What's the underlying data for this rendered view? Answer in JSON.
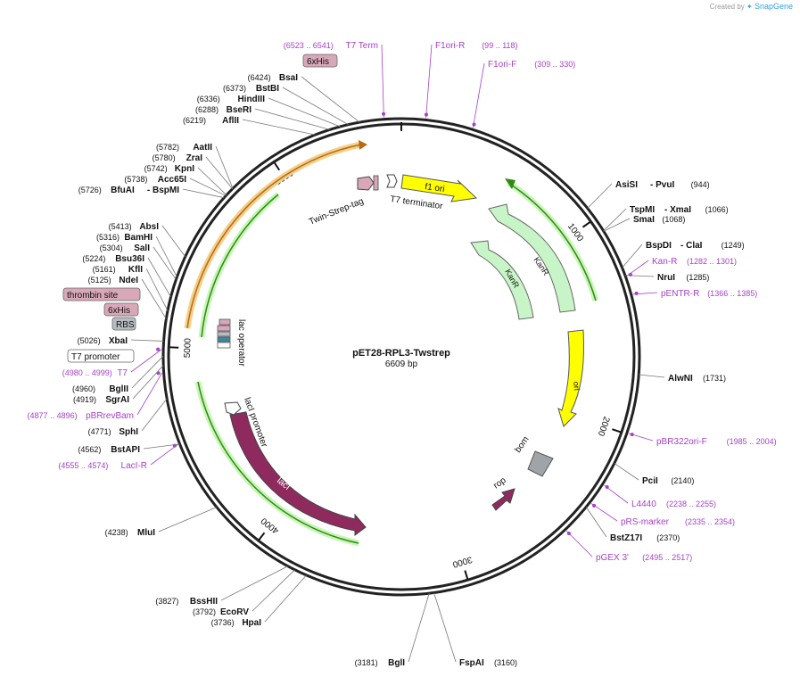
{
  "credit": {
    "prefix": "Created by",
    "brand": "SnapGene",
    "logo_icon": "snapgene-logo-icon"
  },
  "plasmid": {
    "name": "pET28-RPL3-Twstrep",
    "length_label": "6609 bp",
    "length": 6609
  },
  "colors": {
    "backbone": "#222222",
    "enzyme_text": "#111111",
    "primer": "#a640c8",
    "green_arrow": "#b9eeaa",
    "green_track": "#3a9a1a",
    "orange_track": "#e39a3a",
    "yellow": "#ffff00",
    "purple": "#8e2a5e",
    "grey_box": "#a0a4a8",
    "light_green": "#c8f5c8",
    "feature_pink": "#d8a8b8",
    "feature_grey": "#b8bcc0"
  },
  "ticks": [
    {
      "bp": 1000,
      "label": "1000"
    },
    {
      "bp": 2000,
      "label": "2000"
    },
    {
      "bp": 3000,
      "label": "3000"
    },
    {
      "bp": 4000,
      "label": "4000"
    },
    {
      "bp": 5000,
      "label": "5000"
    },
    {
      "bp": 6000,
      "label": "6000"
    }
  ],
  "right_labels": [
    {
      "name": "AsiSI",
      "name2": "PvuI",
      "pos": "(944)",
      "kind": "enzyme"
    },
    {
      "name": "TspMI",
      "name2": "XmaI",
      "pos": "(1066)",
      "kind": "enzyme"
    },
    {
      "name": "SmaI",
      "pos": "(1068)",
      "kind": "enzyme"
    },
    {
      "name": "BspDI",
      "name2": "ClaI",
      "pos": "(1249)",
      "kind": "enzyme"
    },
    {
      "name": "Kan-R",
      "pos": "(1282 .. 1301)",
      "kind": "primer"
    },
    {
      "name": "NruI",
      "pos": "(1285)",
      "kind": "enzyme"
    },
    {
      "name": "pENTR-R",
      "pos": "(1366 .. 1385)",
      "kind": "primer"
    },
    {
      "name": "AlwNI",
      "pos": "(1731)",
      "kind": "enzyme"
    },
    {
      "name": "pBR322ori-F",
      "pos": "(1985 .. 2004)",
      "kind": "primer"
    },
    {
      "name": "PciI",
      "pos": "(2140)",
      "kind": "enzyme"
    },
    {
      "name": "L4440",
      "pos": "(2238 .. 2255)",
      "kind": "primer"
    },
    {
      "name": "pRS-marker",
      "pos": "(2335 .. 2354)",
      "kind": "primer"
    },
    {
      "name": "BstZ17I",
      "pos": "(2370)",
      "kind": "enzyme"
    },
    {
      "name": "pGEX 3'",
      "pos": "(2495 .. 2517)",
      "kind": "primer"
    }
  ],
  "bottom_labels": [
    {
      "name": "FspAI",
      "pos": "(3160)",
      "kind": "enzyme"
    },
    {
      "name": "BglI",
      "pos": "(3181)",
      "kind": "enzyme"
    },
    {
      "name": "HpaI",
      "pos": "(3736)",
      "kind": "enzyme"
    },
    {
      "name": "EcoRV",
      "pos": "(3792)",
      "kind": "enzyme"
    },
    {
      "name": "BssHII",
      "pos": "(3827)",
      "kind": "enzyme"
    },
    {
      "name": "MluI",
      "pos": "(4238)",
      "kind": "enzyme"
    }
  ],
  "left_labels": [
    {
      "name": "LacI-R",
      "pos": "(4555 .. 4574)",
      "kind": "primer"
    },
    {
      "name": "BstAPI",
      "pos": "(4562)",
      "kind": "enzyme"
    },
    {
      "name": "SphI",
      "pos": "(4771)",
      "kind": "enzyme"
    },
    {
      "name": "pBRrevBam",
      "pos": "(4877 .. 4896)",
      "kind": "primer"
    },
    {
      "name": "SgrAI",
      "pos": "(4919)",
      "kind": "enzyme"
    },
    {
      "name": "BglII",
      "pos": "(4960)",
      "kind": "enzyme"
    },
    {
      "name": "T7",
      "pos": "(4980 .. 4999)",
      "kind": "primer"
    },
    {
      "name": "T7 promoter",
      "kind": "feature-white"
    },
    {
      "name": "XbaI",
      "pos": "(5026)",
      "kind": "enzyme"
    },
    {
      "name": "RBS",
      "kind": "feature-grey"
    },
    {
      "name": "6xHis",
      "kind": "feature-pink"
    },
    {
      "name": "thrombin site",
      "kind": "feature-pink"
    },
    {
      "name": "NdeI",
      "pos": "(5125)",
      "kind": "enzyme"
    },
    {
      "name": "KflI",
      "pos": "(5161)",
      "kind": "enzyme"
    },
    {
      "name": "Bsu36I",
      "pos": "(5224)",
      "kind": "enzyme"
    },
    {
      "name": "SalI",
      "pos": "(5304)",
      "kind": "enzyme"
    },
    {
      "name": "BamHI",
      "pos": "(5316)",
      "kind": "enzyme"
    },
    {
      "name": "AbsI",
      "pos": "(5413)",
      "kind": "enzyme"
    },
    {
      "name": "BfuAI",
      "name2": "BspMI",
      "pos": "(5726)",
      "kind": "enzyme"
    },
    {
      "name": "Acc65I",
      "pos": "(5738)",
      "kind": "enzyme"
    },
    {
      "name": "KpnI",
      "pos": "(5742)",
      "kind": "enzyme"
    },
    {
      "name": "ZraI",
      "pos": "(5780)",
      "kind": "enzyme"
    },
    {
      "name": "AatII",
      "pos": "(5782)",
      "kind": "enzyme"
    },
    {
      "name": "AflII",
      "pos": "(6219)",
      "kind": "enzyme"
    },
    {
      "name": "BseRI",
      "pos": "(6288)",
      "kind": "enzyme"
    },
    {
      "name": "HindIII",
      "pos": "(6336)",
      "kind": "enzyme"
    },
    {
      "name": "BstBI",
      "pos": "(6373)",
      "kind": "enzyme"
    },
    {
      "name": "BsaI",
      "pos": "(6424)",
      "kind": "enzyme"
    },
    {
      "name": "6xHis",
      "kind": "feature-pink"
    }
  ],
  "top_labels": [
    {
      "name": "T7 Term",
      "pos": "(6523 .. 6541)",
      "kind": "primer"
    },
    {
      "name": "F1ori-R",
      "pos": "(99 .. 118)",
      "kind": "primer"
    },
    {
      "name": "F1ori-F",
      "pos": "(309 .. 330)",
      "kind": "primer"
    }
  ],
  "features": [
    {
      "name": "f1 ori"
    },
    {
      "name": "KanR"
    },
    {
      "name": "KanR"
    },
    {
      "name": "ori"
    },
    {
      "name": "bom"
    },
    {
      "name": "rop"
    },
    {
      "name": "lacI"
    },
    {
      "name": "lacI promoter"
    },
    {
      "name": "lac operator"
    },
    {
      "name": "Twin-Strep-tag"
    },
    {
      "name": "T7 terminator"
    }
  ]
}
